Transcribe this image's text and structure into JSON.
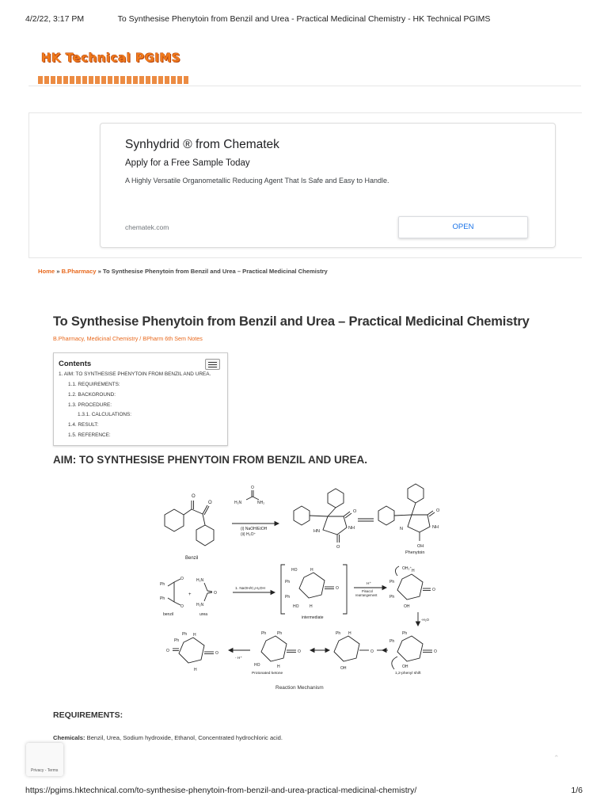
{
  "print_header": {
    "datetime": "4/2/22, 3:17 PM",
    "title": "To Synthesise Phenytoin from Benzil and Urea - Practical Medicinal Chemistry - HK Technical PGIMS"
  },
  "print_footer": {
    "url": "https://pgims.hktechnical.com/to-synthesise-phenytoin-from-benzil-and-urea-practical-medicinal-chemistry/",
    "page": "1/6"
  },
  "site": {
    "logo_text": "HK Technical PGIMS",
    "brand_color": "#f07a1c"
  },
  "ad": {
    "title": "Synhydrid ® from Chematek",
    "subtitle": "Apply for a Free Sample Today",
    "description": "A Highly Versatile Organometallic Reducing Agent That Is Safe and Easy to Handle.",
    "domain": "chematek.com",
    "button": "OPEN"
  },
  "breadcrumb": {
    "home": "Home",
    "sep1": " » ",
    "category": "B.Pharmacy",
    "sep2": " » ",
    "current": "To Synthesise Phenytoin from Benzil and Urea – Practical Medicinal Chemistry"
  },
  "post": {
    "title": "To Synthesise Phenytoin from Benzil and Urea – Practical Medicinal Chemistry",
    "categories": "B.Pharmacy, Medicinal Chemistry / BPharm 6th Sem Notes"
  },
  "toc": {
    "heading": "Contents",
    "items": [
      "1. AIM: TO SYNTHESISE PHENYTOIN FROM BENZIL AND UREA.",
      "1.1. REQUIREMENTS:",
      "1.2. BACKGROUND:",
      "1.3. PROCEDURE:",
      "1.3.1. CALCULATIONS:",
      "1.4. RESULT:",
      "1.5. REFERENCE:"
    ]
  },
  "section_aim": "AIM: TO SYNTHESISE PHENYTOIN FROM BENZIL AND UREA.",
  "scheme_labels": {
    "benzil": "Benzil",
    "phenytoin": "Phenytoin",
    "reagent_1": "(i) NaOH/EtOH",
    "reagent_2": "(ii) H₃O⁺",
    "h2n": "H₂N",
    "nh2": "NH₂",
    "o": "O",
    "hn": "HN",
    "nh": "NH",
    "n": "N",
    "h": "H",
    "oh": "OH",
    "ho": "HO",
    "ph": "Ph",
    "benzil_small": "benzil",
    "urea": "urea",
    "step1": "1. NaOH/C₂H₅OH",
    "intermediate": "intermediate",
    "h_plus": "H⁺",
    "pinacol": "Pinacol",
    "rearrangement": "rearrangement",
    "oh2_plus": "OH₂⁺",
    "minus_h2o": "-H₂O",
    "minus_hplus": "- H⁺",
    "protonated_ketone": "Protonated ketone",
    "phenyl_shift": "1,2-phenyl shift",
    "mechanism_caption": "Reaction Mechanism"
  },
  "section_requirements": "REQUIREMENTS:",
  "chemicals": {
    "label": "Chemicals:",
    "text": " Benzil, Urea, Sodium hydroxide, Ethanol, Concentrated hydrochloric acid."
  },
  "recaptcha": "Privacy - Terms",
  "scroll_top_icon": "chevron-up-icon"
}
